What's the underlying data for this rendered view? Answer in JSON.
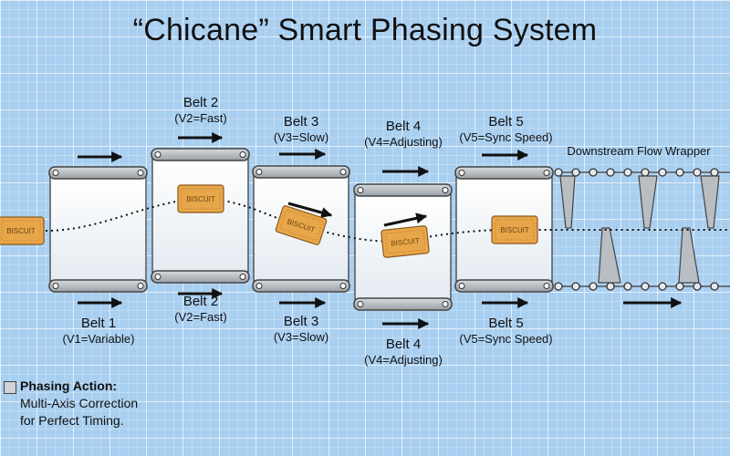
{
  "title": "“Chicane” Smart Phasing System",
  "product_label": "BISCUIT",
  "belts": [
    {
      "name": "Belt 1",
      "speed": "(V1=Variable)"
    },
    {
      "name": "Belt 2",
      "speed": "(V2=Fast)"
    },
    {
      "name": "Belt 3",
      "speed": "(V3=Slow)"
    },
    {
      "name": "Belt 4",
      "speed": "(V4=Adjusting)"
    },
    {
      "name": "Belt 5",
      "speed": "(V5=Sync Speed)"
    }
  ],
  "downstream_label": "Downstream Flow Wrapper",
  "legend": {
    "heading": "Phasing Action:",
    "line1": "Multi-Axis Correction",
    "line2": "for Perfect Timing."
  },
  "colors": {
    "background": "#a9cff0",
    "belt_fill": "#f3f7fb",
    "belt_frame": "#6d7378",
    "biscuit": "#e8a64a",
    "arrow": "#111111"
  }
}
